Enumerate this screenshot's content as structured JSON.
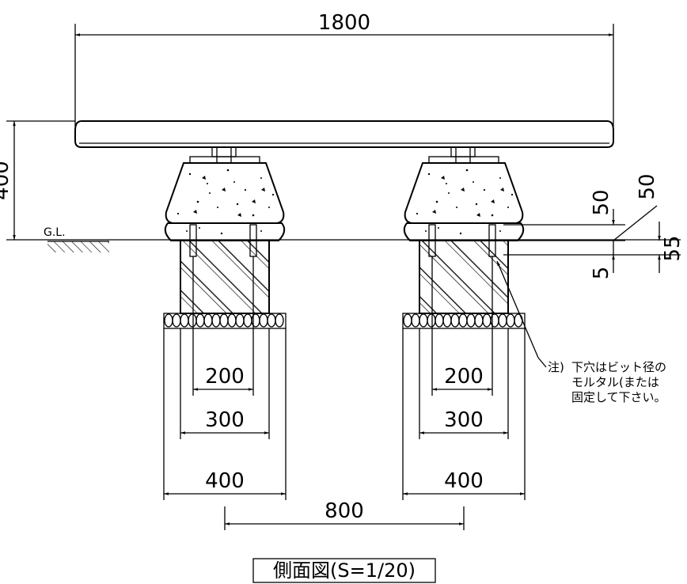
{
  "dimensions": {
    "overall_width": "1800",
    "height": "400",
    "post_spacing": "800",
    "left": {
      "inner": "200",
      "middle": "300",
      "outer": "400"
    },
    "right": {
      "inner": "200",
      "middle": "300",
      "outer": "400"
    },
    "detail_a": "50",
    "detail_b": "50",
    "detail_c": "55",
    "detail_d": "5"
  },
  "ground_label": "G.L.",
  "note": {
    "prefix": "注)",
    "line1": "下穴はビット径の",
    "line2": "モルタル(または",
    "line3": "固定して下さい。"
  },
  "title": "側面図(S=1/20)"
}
